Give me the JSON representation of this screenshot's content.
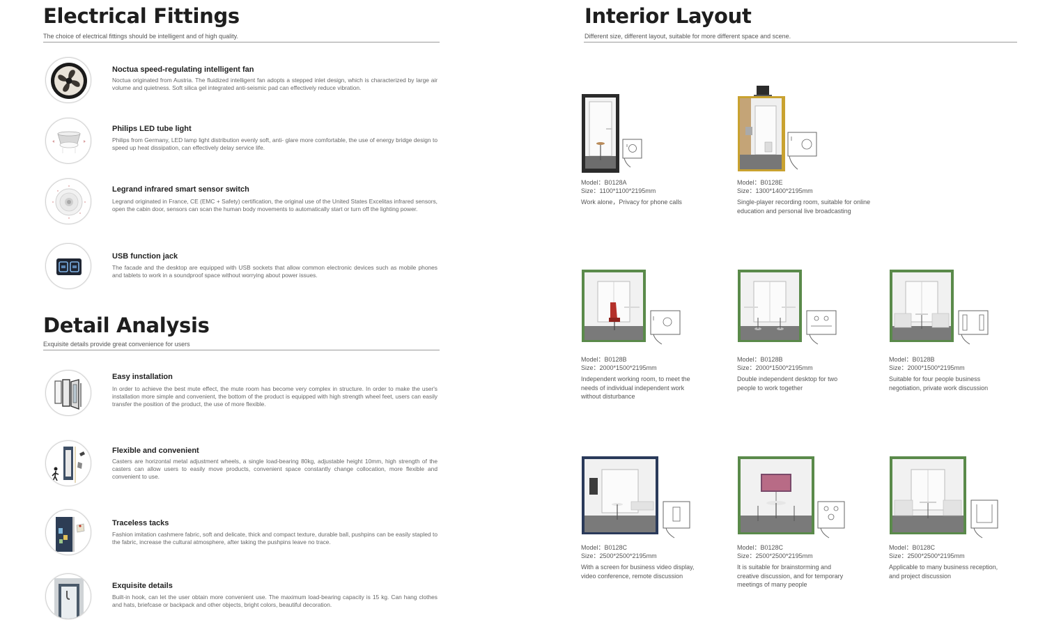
{
  "electrical": {
    "title": "Electrical Fittings",
    "subtitle": "The choice of electrical fittings should be intelligent and of high quality.",
    "items": [
      {
        "icon": "fan-icon",
        "title": "Noctua speed-regulating intelligent fan",
        "desc": "Noctua originated from Austria. The fluidized intelligent fan adopts a stepped inlet design, which is characterized by large air volume and quietness. Soft silica gel integrated anti-seismic pad can effectively reduce vibration."
      },
      {
        "icon": "led-light-icon",
        "title": "Philips LED tube light",
        "desc": "Philips from Germany, LED lamp light distribution evenly soft, anti- glare more comfortable, the use of energy bridge design to speed up heat dissipation, can effectively delay service life."
      },
      {
        "icon": "sensor-switch-icon",
        "title": "Legrand infrared smart sensor switch",
        "desc": "Legrand originated in France, CE (EMC + Safety) certification, the original use of the United States Excelitas infrared sensors, open the cabin door, sensors can scan the human body movements to automatically start or turn off the lighting power."
      },
      {
        "icon": "usb-jack-icon",
        "title": "USB function jack",
        "desc": "The facade and the desktop are equipped with USB sockets that allow common electronic devices such as mobile phones and tablets to work in a soundproof space without worrying about power issues."
      }
    ]
  },
  "detail": {
    "title": "Detail Analysis",
    "subtitle": "Exquisite details provide great convenience for users",
    "items": [
      {
        "icon": "installation-panels-icon",
        "title": "Easy installation",
        "desc": "In order to achieve the best mute effect, the mute room has become very complex in structure. In order to make the user's installation more simple and convenient, the bottom of the product is equipped with high strength wheel feet, users can easily transfer the position of the product, the use of more flexible."
      },
      {
        "icon": "caster-wheel-icon",
        "title": "Flexible and convenient",
        "desc": "Casters are horizontal metal adjustment wheels, a single load-bearing 80kg, adjustable height 10mm, high strength of the casters can allow users to easily move products, convenient space constantly change collocation, more flexible and convenient to use."
      },
      {
        "icon": "pushpin-board-icon",
        "title": "Traceless tacks",
        "desc": "Fashion imitation cashmere fabric, soft and delicate, thick and compact texture, durable ball, pushpins can be easily stapled to the fabric, increase the cultural atmosphere, after taking the pushpins leave no trace."
      },
      {
        "icon": "hook-detail-icon",
        "title": "Exquisite details",
        "desc": "Built-in hook, can let the user obtain more convenient use. The maximum load-bearing capacity is 15 kg. Can hang clothes and hats, briefcase or backpack and other objects, bright colors, beautiful decoration."
      }
    ]
  },
  "interior": {
    "title": "Interior Layout",
    "subtitle": "Different size, different layout, suitable for more different space and scene.",
    "booths": [
      {
        "model": "Model：B0128A",
        "size": "Size：1100*1100*2195mm",
        "desc": "Work alone，Privacy for phone calls",
        "frame_color": "#2b2b2b"
      },
      {
        "model": "Model：B0128E",
        "size": "Size：1300*1400*2195mm",
        "desc": "Single-player recording room, suitable for online education and personal live broadcasting",
        "frame_color": "#c9a230"
      },
      {
        "model": "Model：B0128B",
        "size": "Size：2000*1500*2195mm",
        "desc": "Independent working room, to meet the needs of individual independent work without disturbance",
        "frame_color": "#5a8a4a"
      },
      {
        "model": "Model：B0128B",
        "size": "Size：2000*1500*2195mm",
        "desc": "Double independent desktop for two people to work together",
        "frame_color": "#5a8a4a"
      },
      {
        "model": "Model：B0128B",
        "size": "Size：2000*1500*2195mm",
        "desc": "Suitable for four people business negotiation, private work discussion",
        "frame_color": "#5a8a4a"
      },
      {
        "model": "Model：B0128C",
        "size": "Size：2500*2500*2195mm",
        "desc": "With a screen for business video display, video conference, remote discussion",
        "frame_color": "#2a3a5a"
      },
      {
        "model": "Model：B0128C",
        "size": "Size：2500*2500*2195mm",
        "desc": "It is suitable for brainstorming and creative discussion, and for temporary meetings of many people",
        "frame_color": "#5a8a4a"
      },
      {
        "model": "Model：B0128C",
        "size": "Size：2500*2500*2195mm",
        "desc": "Applicable to many business reception, and project discussion",
        "frame_color": "#5a8a4a"
      }
    ]
  }
}
